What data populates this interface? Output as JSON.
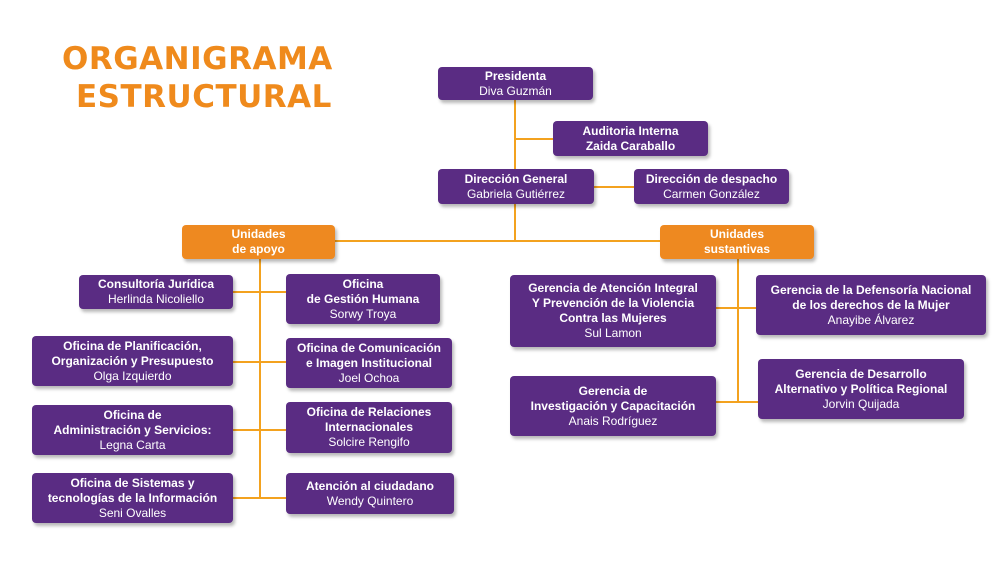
{
  "title": {
    "line1": "ORGANIGRAMA",
    "line2": "ESTRUCTURAL"
  },
  "colors": {
    "purple": "#5a2c83",
    "orange": "#ee8920",
    "connector": "#f3a21f",
    "title": "#ef8a1c"
  },
  "nodes": {
    "presidenta": {
      "title": "Presidenta",
      "name": "Diva Guzmán"
    },
    "auditoria": {
      "title": "Auditoria Interna",
      "name": "Zaida Caraballo"
    },
    "direccion_general": {
      "title": "Dirección General",
      "name": "Gabriela Gutiérrez"
    },
    "direccion_despacho": {
      "title": "Dirección de despacho",
      "name": "Carmen González"
    },
    "unidades_apoyo": {
      "line1": "Unidades",
      "line2": "de apoyo"
    },
    "unidades_sustantivas": {
      "line1": "Unidades",
      "line2": "sustantivas"
    },
    "consultoria": {
      "title": "Consultoría Jurídica",
      "name": "Herlinda Nicoliello"
    },
    "planificacion": {
      "line1": "Oficina de Planificación,",
      "line2": "Organización y Presupuesto",
      "name": "Olga Izquierdo"
    },
    "administracion": {
      "line1": "Oficina de",
      "line2": "Administración y Servicios:",
      "name": "Legna Carta"
    },
    "sistemas": {
      "line1": "Oficina de Sistemas y",
      "line2": "tecnologías de la Información",
      "name": "Seni Ovalles"
    },
    "gestion_humana": {
      "line1": "Oficina",
      "line2": "de Gestión Humana",
      "name": "Sorwy Troya"
    },
    "comunicacion": {
      "line1": "Oficina de Comunicación",
      "line2": "e Imagen Institucional",
      "name": "Joel Ochoa"
    },
    "relaciones": {
      "line1": "Oficina de Relaciones",
      "line2": "Internacionales",
      "name": "Solcire Rengifo"
    },
    "atencion": {
      "title": "Atención al ciudadano",
      "name": "Wendy Quintero"
    },
    "gerencia_atencion": {
      "line1": "Gerencia de Atención Integral",
      "line2": "Y Prevención de la Violencia",
      "line3": "Contra las Mujeres",
      "name": "Sul Lamon"
    },
    "gerencia_investigacion": {
      "line1": "Gerencia de",
      "line2": "Investigación y Capacitación",
      "name": "Anais Rodríguez"
    },
    "gerencia_defensoria": {
      "line1": "Gerencia de la Defensoría Nacional",
      "line2": "de los derechos de la Mujer",
      "name": "Anayibe Álvarez"
    },
    "gerencia_desarrollo": {
      "line1": "Gerencia de Desarrollo",
      "line2": "Alternativo y Política Regional",
      "name": "Jorvin Quijada"
    }
  }
}
